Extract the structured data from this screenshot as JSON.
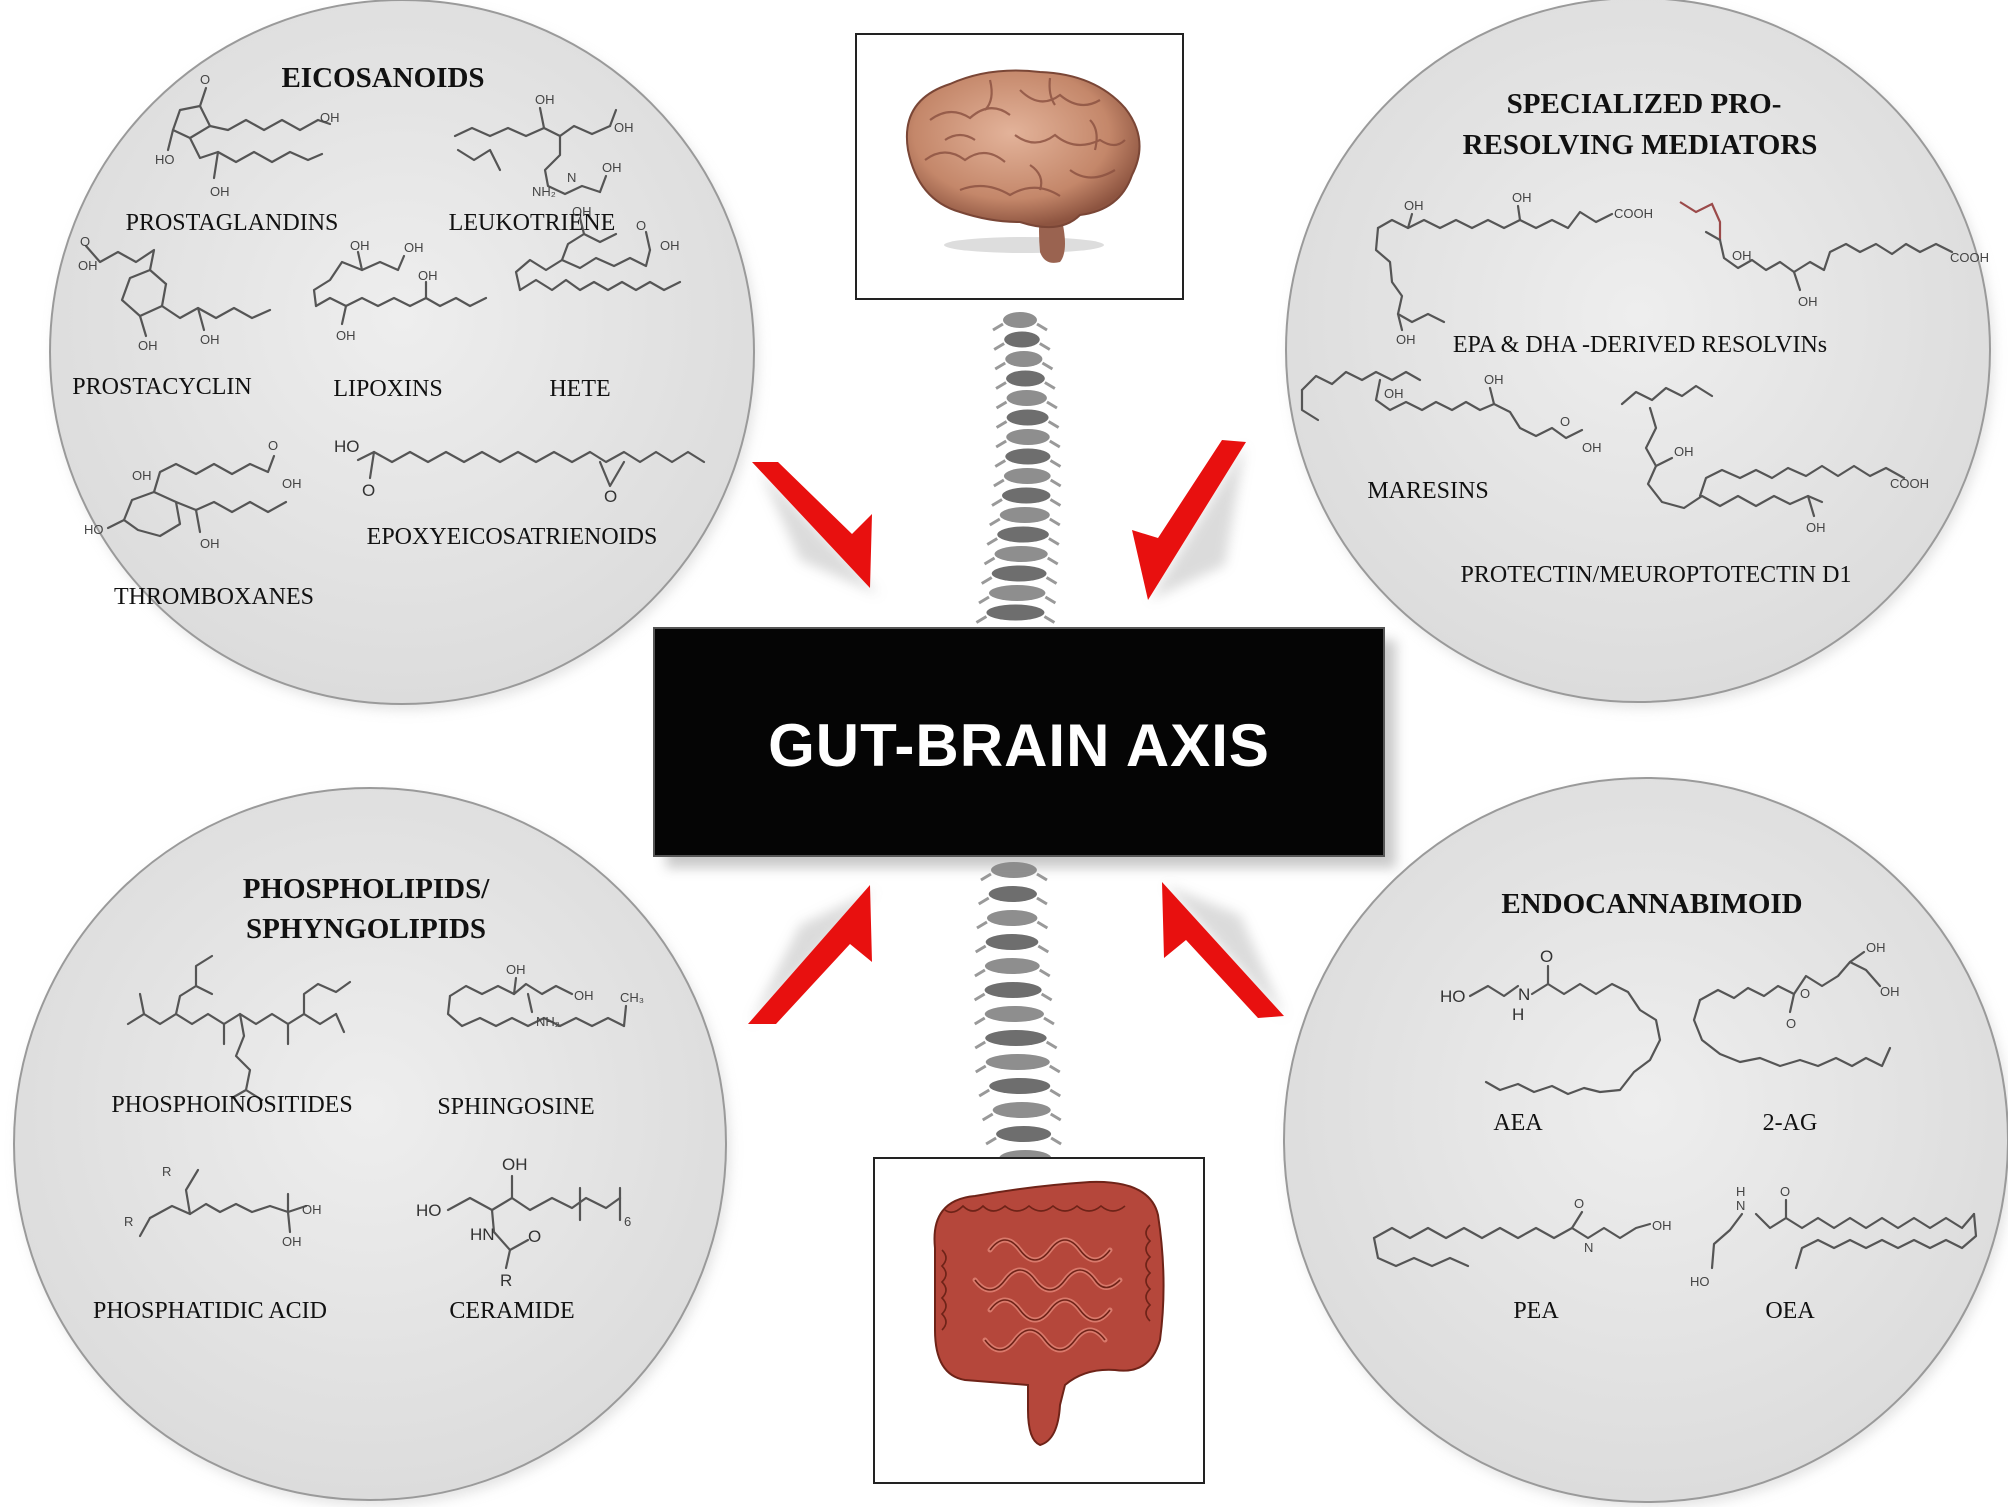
{
  "center": {
    "title": "GUT-BRAIN AXIS"
  },
  "circles": {
    "eicosanoids": {
      "title": "EICOSANOIDS",
      "labels": [
        "PROSTAGLANDINS",
        "LEUKOTRIENE",
        "PROSTACYCLIN",
        "LIPOXINS",
        "HETE",
        "EPOXYEICOSATRIENOIDS",
        "THROMBOXANES"
      ]
    },
    "spm": {
      "title_line1": "SPECIALIZED  PRO-",
      "title_line2": "RESOLVING MEDIATORS",
      "labels": [
        "EPA & DHA -DERIVED  RESOLVINs",
        "MARESINS",
        "PROTECTIN/MEUROPTOTECTIN  D1"
      ]
    },
    "phospholipids": {
      "title_line1": "PHOSPHOLIPIDS/",
      "title_line2": "SPHYNGOLIPIDS",
      "labels": [
        "PHOSPHOINOSITIDES",
        "SPHINGOSINE",
        "PHOSPHATIDIC   ACID",
        "CERAMIDE"
      ]
    },
    "endocannabinoid": {
      "title": "ENDOCANNABIMOID",
      "labels": [
        "AEA",
        "2-AG",
        "PEA",
        "OEA"
      ]
    }
  },
  "atoms": {
    "oh": "OH",
    "ho": "HO",
    "o": "O",
    "cooh": "COOH",
    "nh": "NH",
    "hn": "HN",
    "h": "H",
    "n": "N",
    "r": "R",
    "nh2": "NH₂",
    "ch3": "CH₃",
    "six": "6"
  },
  "colors": {
    "circle_fill": "#e6e6e6",
    "circle_stroke": "#9a9a9a",
    "arrow": "#e8100f",
    "center_box": "#050505",
    "brain": "#c88d6e",
    "intestine": "#b5473b"
  }
}
